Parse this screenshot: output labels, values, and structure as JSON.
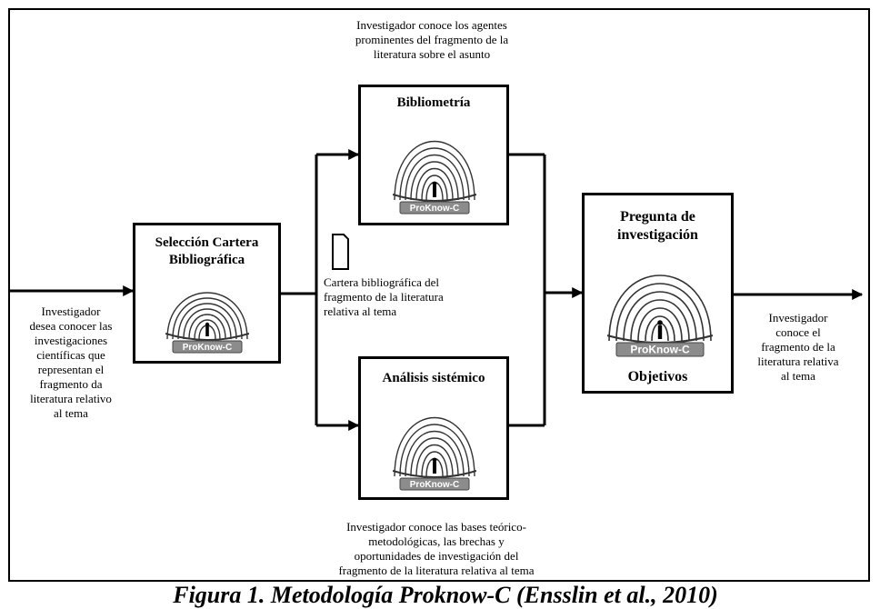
{
  "boxes": {
    "seleccion": {
      "title_line1": "Selección Cartera",
      "title_line2": "Bibliográfica"
    },
    "bibliometria": {
      "title": "Bibliometría"
    },
    "analisis": {
      "title": "Análisis sistémico"
    },
    "pregunta": {
      "title_line1": "Pregunta de",
      "title_line2": "investigación",
      "footer": "Objetivos"
    }
  },
  "logo": {
    "label": "ProKnow-C"
  },
  "notes": {
    "input": [
      "Investigador",
      "desea conocer las",
      "investigaciones",
      "científicas que",
      "representan el",
      "fragmento da",
      "literatura relativo",
      "al tema"
    ],
    "top": [
      "Investigador conoce los agentes",
      "prominentes del fragmento de la",
      "literatura sobre el asunto"
    ],
    "middle": [
      "Cartera bibliográfica del",
      "fragmento de la literatura",
      "relativa al tema"
    ],
    "bottom": [
      "Investigador conoce las bases teórico-",
      "metodológicas, las brechas y",
      "oportunidades de investigación del",
      "fragmento de la literatura relativa al tema"
    ],
    "output": [
      "Investigador",
      "conoce el",
      "fragmento de la",
      "literatura relativa",
      "al tema"
    ]
  },
  "caption": "Figura 1. Metodología Proknow-C (Ensslin et al., 2010)"
}
